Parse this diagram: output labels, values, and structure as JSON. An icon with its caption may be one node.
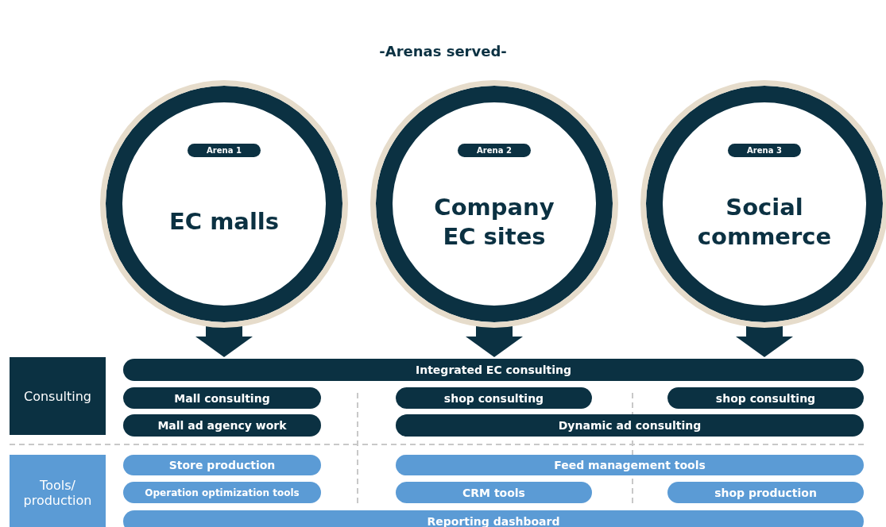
{
  "diagram": {
    "title": "-Arenas served-",
    "nodes": [
      {
        "text": [
          "Arena 1",
          "EC malls"
        ]
      },
      {
        "text": [
          "Arena 2",
          "Company EC sites"
        ]
      },
      {
        "text": [
          "Arena 3",
          "Social commerce"
        ]
      },
      {
        "text": [
          "Consulting"
        ]
      },
      {
        "text": [
          "Tools/ production"
        ]
      },
      {
        "text": [
          "Integrated EC consulting"
        ]
      },
      {
        "text": [
          "Mall consulting"
        ]
      },
      {
        "text": [
          "shop consulting"
        ]
      },
      {
        "text": [
          "shop consulting"
        ]
      },
      {
        "text": [
          "Mall ad agency work"
        ]
      },
      {
        "text": [
          "Dynamic ad consulting"
        ]
      },
      {
        "text": [
          "Store production"
        ]
      },
      {
        "text": [
          "Feed management tools"
        ]
      },
      {
        "text": [
          "Operation optimization tools"
        ]
      },
      {
        "text": [
          "CRM tools"
        ]
      },
      {
        "text": [
          "shop production"
        ]
      },
      {
        "text": [
          "Reporting dashboard"
        ]
      }
    ],
    "edges": [
      {
        "from": 0,
        "to": 5,
        "arrow": "to"
      },
      {
        "from": 1,
        "to": 5,
        "arrow": "to"
      },
      {
        "from": 2,
        "to": 5,
        "arrow": "to"
      }
    ]
  }
}
